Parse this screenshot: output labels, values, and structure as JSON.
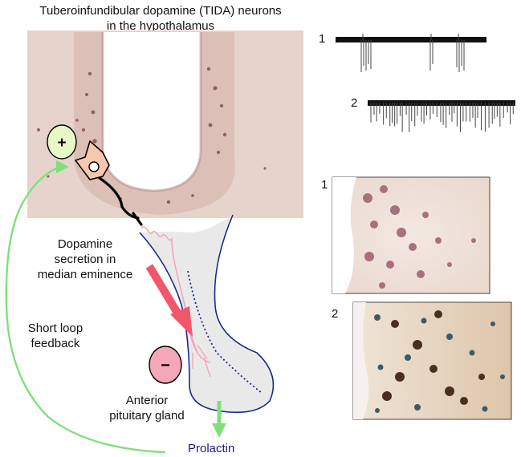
{
  "title_line1": "Tuberoinfundibular dopamine (TIDA) neurons",
  "title_line2": "in the hypothalamus",
  "label_dopamine_1": "Dopamine",
  "label_dopamine_2": "secretion in",
  "label_dopamine_3": "median eminence",
  "label_feedback_1": "Short loop",
  "label_feedback_2": "feedback",
  "label_pituitary_1": "Anterior",
  "label_pituitary_2": "pituitary gland",
  "label_prolactin": "Prolactin",
  "sign_plus": "+",
  "sign_minus": "−",
  "trace_num_1": "1",
  "trace_num_2": "2",
  "micro_num_1": "1",
  "micro_num_2": "2",
  "colors": {
    "tissue": "#e6d3cc",
    "green_arrow": "#7fe07a",
    "red_arrow": "#f2566a",
    "plus_circle": "#e8f7c6",
    "minus_circle": "#f3a7b8",
    "neuron": "#f7c8ad",
    "pituitary_outline": "#1a2a8a",
    "prolactin_text": "#1a1a7a"
  }
}
